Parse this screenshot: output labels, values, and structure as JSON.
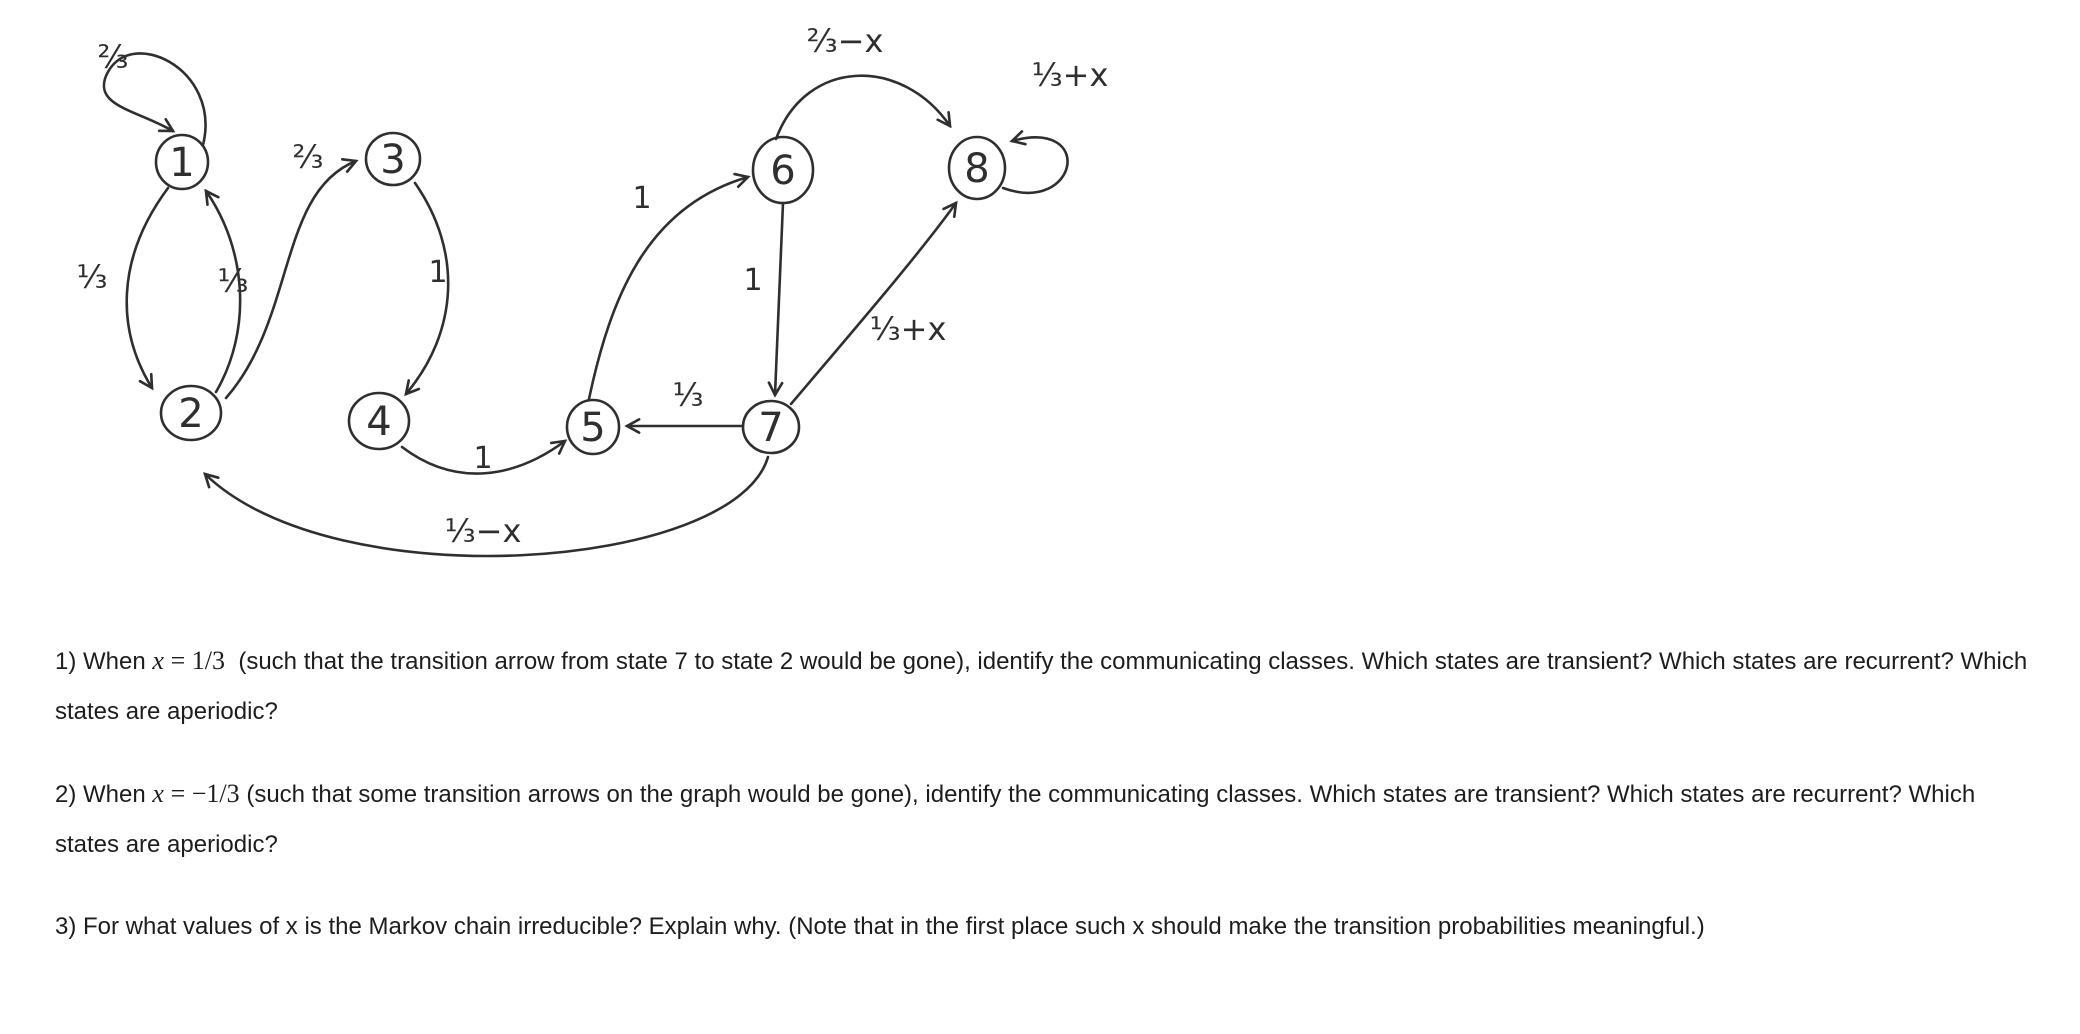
{
  "diagram": {
    "title": "hand-drawn Markov chain transition diagram",
    "states": [
      {
        "id": "1",
        "label": "1"
      },
      {
        "id": "2",
        "label": "2"
      },
      {
        "id": "3",
        "label": "3"
      },
      {
        "id": "4",
        "label": "4"
      },
      {
        "id": "5",
        "label": "5"
      },
      {
        "id": "6",
        "label": "6"
      },
      {
        "id": "7",
        "label": "7"
      },
      {
        "id": "8",
        "label": "8"
      }
    ],
    "edges": [
      {
        "from": "1",
        "to": "1",
        "label": "⅔"
      },
      {
        "from": "1",
        "to": "2",
        "label": "⅓"
      },
      {
        "from": "2",
        "to": "1",
        "label": "⅓"
      },
      {
        "from": "2",
        "to": "3",
        "label": "⅔"
      },
      {
        "from": "3",
        "to": "4",
        "label": "1"
      },
      {
        "from": "4",
        "to": "5",
        "label": "1"
      },
      {
        "from": "5",
        "to": "6",
        "label": "1"
      },
      {
        "from": "6",
        "to": "7",
        "label": "1"
      },
      {
        "from": "6",
        "to": "8",
        "label": "⅔−x"
      },
      {
        "from": "8",
        "to": "8",
        "label": "⅓+x"
      },
      {
        "from": "7",
        "to": "5",
        "label": "⅓"
      },
      {
        "from": "7",
        "to": "8",
        "label": "⅓+x"
      },
      {
        "from": "7",
        "to": "2",
        "label": "⅓−x"
      }
    ],
    "ink_color": "#2f2f2f"
  },
  "questions": [
    {
      "number": "1)",
      "lead": "When",
      "math_var": "x",
      "math_eq": "= 1/3",
      "text": "(such that the transition arrow from state 7 to state 2 would be gone), identify the communicating  classes. Which states are transient? Which states are recurrent?  Which states are aperiodic?"
    },
    {
      "number": "2)",
      "lead": "When",
      "math_var": "x",
      "math_eq": "= −1/3",
      "text": "(such that some transition arrows on the graph would be gone), identify the communicating classes. Which states are transient? Which states are recurrent? Which states are aperiodic?"
    },
    {
      "number": "3)",
      "lead": "",
      "text": "For what values of x is the Markov chain irreducible? Explain why. (Note that in the first place such x should make the transition probabilities meaningful.)"
    }
  ]
}
